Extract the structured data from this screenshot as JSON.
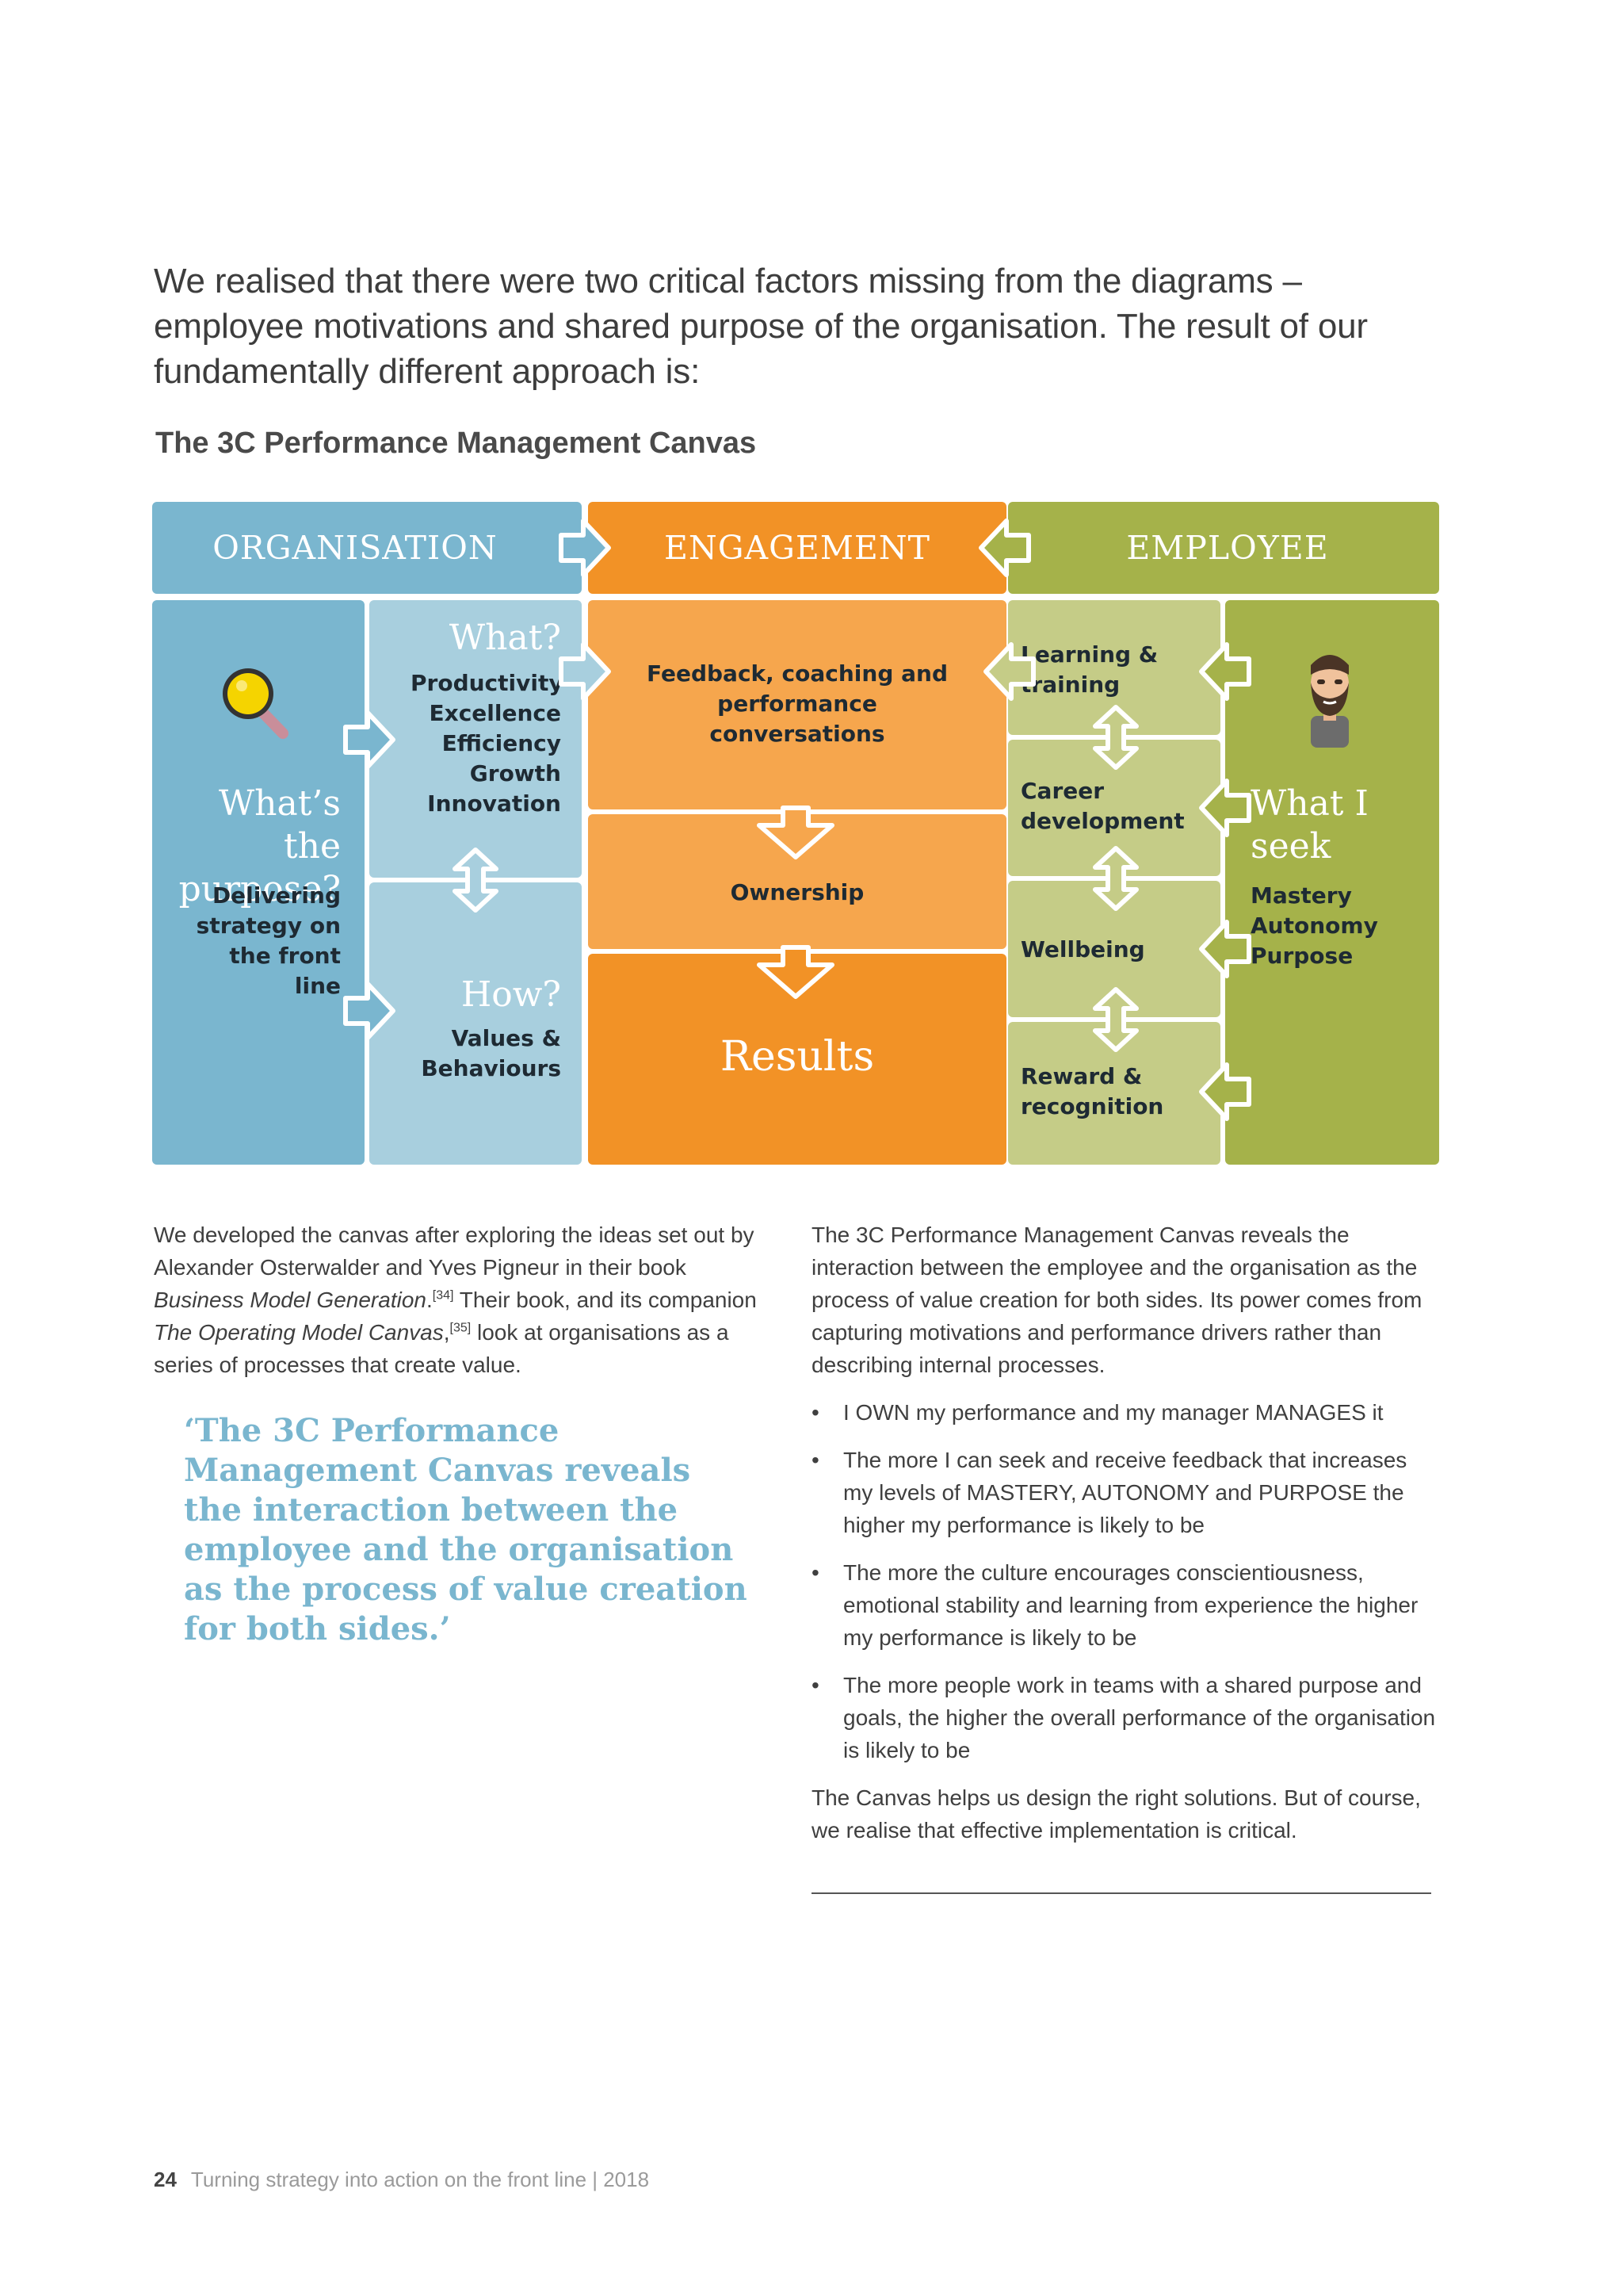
{
  "intro": "We realised that there were two critical factors missing from the diagrams – employee motivations and shared purpose of the organisation. The result of our fundamentally different approach is:",
  "canvas_title": "The 3C Performance Management Canvas",
  "diagram": {
    "headers": {
      "organisation": "ORGANISATION",
      "engagement": "ENGAGEMENT",
      "employee": "EMPLOYEE"
    },
    "purpose": {
      "title": "What’s the purpose?",
      "text": "Delivering strategy on the front line"
    },
    "what": {
      "title": "What?",
      "items": "Productivity Excellence Efficiency Growth Innovation"
    },
    "how": {
      "title": "How?",
      "text": "Values & Behaviours"
    },
    "feedback": "Feedback, coaching and performance conversations",
    "ownership": "Ownership",
    "results": "Results",
    "learning": "Learning & training",
    "career": "Career development",
    "wellbeing": "Wellbeing",
    "reward": "Reward & recognition",
    "seek": {
      "title": "What I seek",
      "text": "Mastery Autonomy Purpose"
    },
    "icons": {
      "purpose": "magnifying-glass-icon",
      "employee": "bearded-man-avatar"
    },
    "colors": {
      "organisation": "#7ab6cf",
      "organisation_light": "#a8cfde",
      "engagement": "#f29226",
      "engagement_light": "#f6a64d",
      "employee": "#a5b24a",
      "employee_light": "#c5cc87"
    }
  },
  "left_column": {
    "p1_a": "We developed the canvas after exploring the ideas set out by Alexander Osterwalder and Yves Pigneur in their book ",
    "p1_book1": "Business Model Generation",
    "p1_ref1": "[34]",
    "p1_b": " Their book, and its companion ",
    "p1_book2": "The Operating Model Canvas",
    "p1_ref2": "[35]",
    "p1_c": " look at organisations as a series of processes that create value.",
    "quote": "‘The 3C Performance Management Canvas reveals the interaction between the employee and the organisation as the process of value creation for both sides.’"
  },
  "right_column": {
    "p1": "The 3C Performance Management Canvas reveals the interaction between the employee and the organisation as the process of value creation for both sides. Its power comes from capturing motivations and performance drivers rather than describing internal processes.",
    "bullets": [
      "I OWN my performance and my manager MANAGES it",
      "The more I can seek and receive feedback that increases my levels of MASTERY, AUTONOMY and PURPOSE the higher my performance is likely to be",
      "The more the culture encourages conscientiousness, emotional stability and learning from experience the higher my performance is likely to be",
      "The more people work in teams with a shared purpose and goals, the higher the overall performance of the organisation is likely to be"
    ],
    "p2": "The Canvas helps us design the right solutions. But of course, we realise that effective implementation is critical."
  },
  "footer": {
    "page": "24",
    "text": "Turning strategy into action on the front line | 2018"
  }
}
